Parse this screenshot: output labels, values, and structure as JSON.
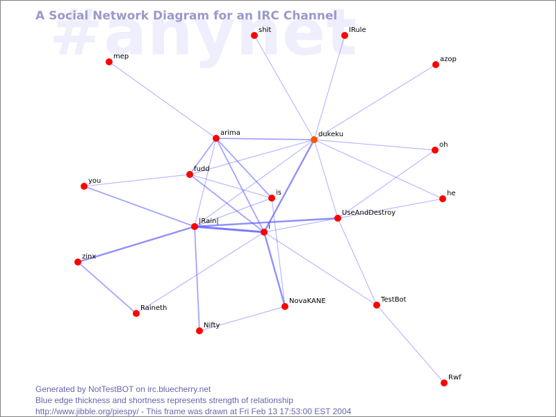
{
  "watermark": "#anynet",
  "title": "A Social Network Diagram for an IRC Channel",
  "footer": {
    "line1": "Generated by NotTestBOT on irc.bluecherry.net",
    "line2": "Blue edge thickness and shortness represents strength of relationship",
    "line3": "http://www.jibble.org/piespy/ - This frame was drawn at Fri Feb 13 17:53:00 EST 2004"
  },
  "colors": {
    "node": "#ff0000",
    "active_node": "#ff5500",
    "edge": "#5555ff",
    "title": "#9999cc"
  },
  "nodes": [
    "shit",
    "IRule",
    "mep",
    "azop",
    "arima",
    "dukeku",
    "oh",
    "fudd",
    "you",
    "is",
    "he",
    "|Rain|",
    "UseAndDestroy",
    "i",
    "zinx",
    "Raineth",
    "NovaKANE",
    "TestBot",
    "Nifty",
    "Rwf"
  ],
  "active_nodes": [
    "dukeku"
  ],
  "edges": [
    {
      "a": "mep",
      "b": "arima",
      "w": 1
    },
    {
      "a": "shit",
      "b": "dukeku",
      "w": 1
    },
    {
      "a": "IRule",
      "b": "dukeku",
      "w": 1
    },
    {
      "a": "azop",
      "b": "dukeku",
      "w": 1
    },
    {
      "a": "arima",
      "b": "dukeku",
      "w": 2
    },
    {
      "a": "dukeku",
      "b": "oh",
      "w": 1
    },
    {
      "a": "dukeku",
      "b": "he",
      "w": 1
    },
    {
      "a": "dukeku",
      "b": "UseAndDestroy",
      "w": 1
    },
    {
      "a": "dukeku",
      "b": "fudd",
      "w": 1
    },
    {
      "a": "dukeku",
      "b": "|Rain|",
      "w": 1
    },
    {
      "a": "dukeku",
      "b": "i",
      "w": 3
    },
    {
      "a": "arima",
      "b": "fudd",
      "w": 2
    },
    {
      "a": "arima",
      "b": "|Rain|",
      "w": 1
    },
    {
      "a": "arima",
      "b": "i",
      "w": 2
    },
    {
      "a": "arima",
      "b": "is",
      "w": 2
    },
    {
      "a": "fudd",
      "b": "you",
      "w": 1
    },
    {
      "a": "fudd",
      "b": "is",
      "w": 1
    },
    {
      "a": "fudd",
      "b": "i",
      "w": 2
    },
    {
      "a": "you",
      "b": "|Rain|",
      "w": 2
    },
    {
      "a": "|Rain|",
      "b": "zinx",
      "w": 3
    },
    {
      "a": "zinx",
      "b": "Raineth",
      "w": 2
    },
    {
      "a": "|Rain|",
      "b": "i",
      "w": 4
    },
    {
      "a": "|Rain|",
      "b": "UseAndDestroy",
      "w": 3
    },
    {
      "a": "|Rain|",
      "b": "is",
      "w": 1
    },
    {
      "a": "|Rain|",
      "b": "Nifty",
      "w": 2
    },
    {
      "a": "Raineth",
      "b": "i",
      "w": 1
    },
    {
      "a": "i",
      "b": "NovaKANE",
      "w": 3
    },
    {
      "a": "is",
      "b": "NovaKANE",
      "w": 1
    },
    {
      "a": "i",
      "b": "TestBot",
      "w": 1
    },
    {
      "a": "i",
      "b": "UseAndDestroy",
      "w": 1
    },
    {
      "a": "UseAndDestroy",
      "b": "TestBot",
      "w": 1
    },
    {
      "a": "UseAndDestroy",
      "b": "he",
      "w": 1
    },
    {
      "a": "UseAndDestroy",
      "b": "oh",
      "w": 1
    },
    {
      "a": "TestBot",
      "b": "Rwf",
      "w": 1
    },
    {
      "a": "Nifty",
      "b": "NovaKANE",
      "w": 1
    }
  ]
}
